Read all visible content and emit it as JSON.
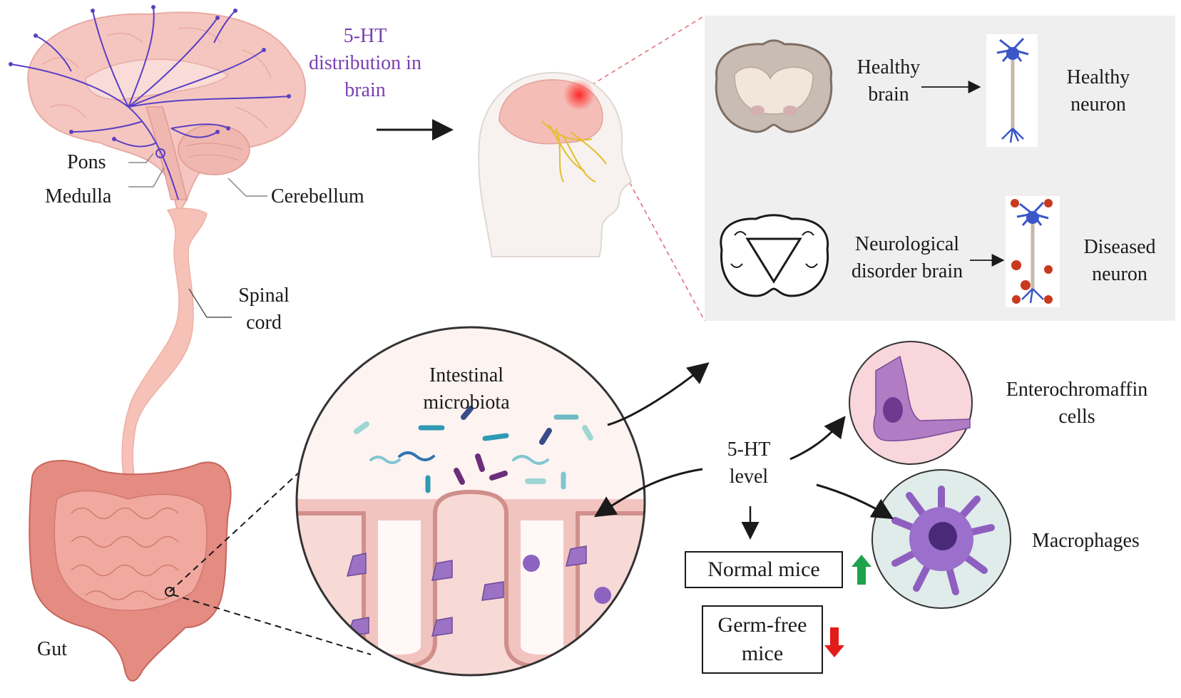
{
  "brain_panel": {
    "title_line1": "5-HT",
    "title_line2": "distribution in",
    "title_line3": "brain",
    "pons": "Pons",
    "medulla": "Medulla",
    "cerebellum": "Cerebellum"
  },
  "spine": {
    "line1": "Spinal",
    "line2": "cord"
  },
  "gut": {
    "label": "Gut"
  },
  "comparison_panel": {
    "healthy_brain_line1": "Healthy",
    "healthy_brain_line2": "brain",
    "healthy_neuron_line1": "Healthy",
    "healthy_neuron_line2": "neuron",
    "disorder_brain_line1": "Neurological",
    "disorder_brain_line2": "disorder brain",
    "diseased_neuron_line1": "Diseased",
    "diseased_neuron_line2": "neuron"
  },
  "intestine_zoom": {
    "microbiota_line1": "Intestinal",
    "microbiota_line2": "microbiota"
  },
  "serotonin": {
    "level_line1": "5-HT",
    "level_line2": "level",
    "enterochromaffin_line1": "Enterochromaffin",
    "enterochromaffin_line2": "cells",
    "macrophages": "Macrophages",
    "normal_mice": "Normal mice",
    "germfree_line1": "Germ-free",
    "germfree_line2": "mice"
  },
  "colors": {
    "serotonin_purple": "#7a3fb0",
    "up_arrow": "#1fa34a",
    "down_arrow": "#e41b1b",
    "panel_grey": "#efefef",
    "tissue_pink": "#f4b7ad"
  }
}
